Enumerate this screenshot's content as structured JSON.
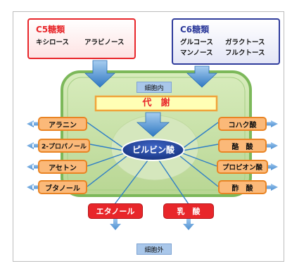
{
  "c5": {
    "title": "C5糖類",
    "sugars": [
      "キシロース",
      "アラビノース"
    ],
    "color": "#e8262a"
  },
  "c6": {
    "title": "C6糖類",
    "sugars_row1": [
      "グルコース",
      "ガラクトース"
    ],
    "sugars_row2": [
      "マンノース",
      "フルクトース"
    ],
    "color": "#2f3c9c"
  },
  "cell": {
    "inside_label": "細胞内",
    "outside_label": "細胞外",
    "metabolism": "代　謝",
    "pyruvate": "ピルビン酸"
  },
  "left_products": [
    "アラニン",
    "2-プロパノール",
    "アセトン",
    "ブタノール"
  ],
  "right_products": [
    "コハク酸",
    "酪　酸",
    "プロピオン酸",
    "酢　酸"
  ],
  "bottom_products": [
    "エタノール",
    "乳　酸"
  ],
  "colors": {
    "cell_fill": "#c5dfa6",
    "cell_border": "#7cb85a",
    "product_fill": "#fbb979",
    "product_border": "#e98424",
    "arrow_blue": "#3a86cc",
    "pyruvate_fill": "#1d3f9a",
    "metabolism_fill": "#ffffb5",
    "metabolism_border": "#f0a43a"
  }
}
